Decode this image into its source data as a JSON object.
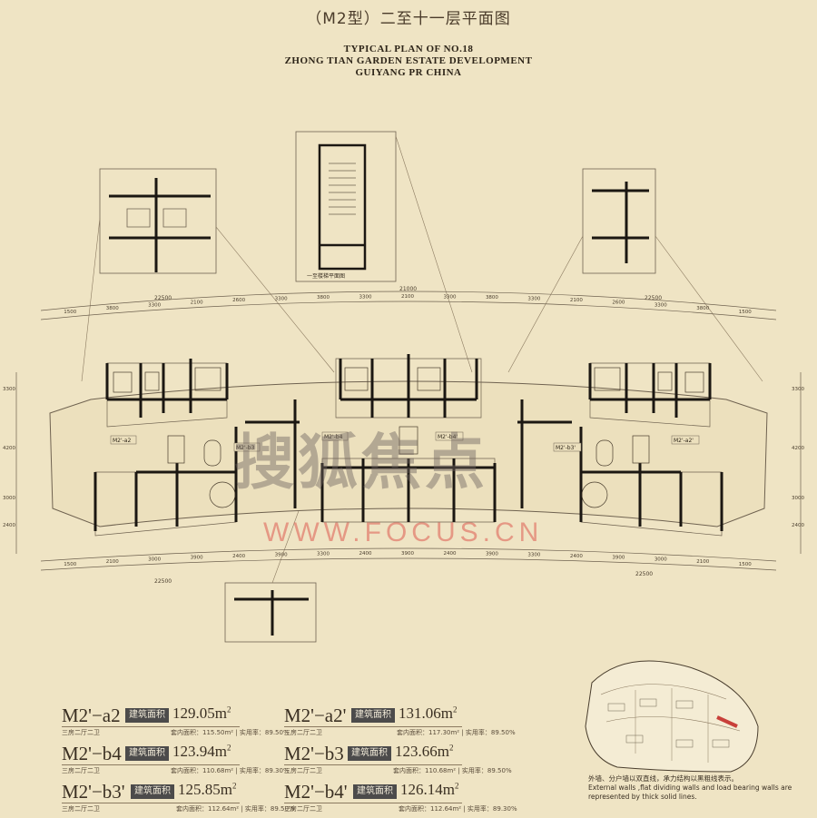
{
  "header": {
    "title_cn": "（M2型）二至十一层平面图",
    "title_en": [
      "TYPICAL PLAN OF NO.18",
      "ZHONG TIAN GARDEN ESTATE DEVELOPMENT",
      "GUIYANG PR CHINA"
    ]
  },
  "plan_labels": {
    "top_dims": [
      "1500",
      "3800",
      "3300",
      "2100",
      "2600",
      "3300",
      "3800",
      "3300",
      "2100",
      "3300",
      "3800",
      "3300",
      "2100",
      "2600",
      "3300",
      "3800",
      "1500"
    ],
    "bottom_dims": [
      "1500",
      "2100",
      "3000",
      "3900",
      "2400",
      "3900",
      "3300",
      "2400",
      "3900",
      "2400",
      "3900",
      "3300",
      "2400",
      "3900",
      "3000",
      "2100",
      "1500"
    ],
    "top_span": [
      "22500",
      "21000",
      "22500"
    ],
    "bottom_span": [
      "22500",
      "22500"
    ],
    "left_dims": [
      "3300",
      "4200",
      "3000",
      "2400"
    ],
    "right_dims": [
      "3300",
      "4200",
      "3000",
      "2400"
    ],
    "unit_tags": [
      "M2'-a2",
      "M2'-b3",
      "M2'-b4",
      "M2'-b4'",
      "M2'-b3'",
      "M2'-a2'"
    ],
    "stair_caption": "一至楼梯平面图"
  },
  "watermark": {
    "cn": "搜狐焦点",
    "en": "WWW.FOCUS.CN"
  },
  "units": [
    {
      "code": "M2'−a2",
      "badge": "建筑面积",
      "area": "129.05m",
      "sub_left": "三房二厅二卫",
      "sub_right": "套内面积：115.50m² | 实用率：89.50%"
    },
    {
      "code": "M2'−a2'",
      "badge": "建筑面积",
      "area": "131.06m",
      "sub_left": "三房二厅二卫",
      "sub_right": "套内面积：117.30m² | 实用率：89.50%"
    },
    {
      "code": "M2'−b4",
      "badge": "建筑面积",
      "area": "123.94m",
      "sub_left": "三房二厅二卫",
      "sub_right": "套内面积：110.68m² | 实用率：89.30%"
    },
    {
      "code": "M2'−b3",
      "badge": "建筑面积",
      "area": "123.66m",
      "sub_left": "三房二厅二卫",
      "sub_right": "套内面积：110.68m² | 实用率：89.50%"
    },
    {
      "code": "M2'−b3'",
      "badge": "建筑面积",
      "area": "125.85m",
      "sub_left": "三房二厅二卫",
      "sub_right": "套内面积：112.64m² | 实用率：89.50%"
    },
    {
      "code": "M2'−b4'",
      "badge": "建筑面积",
      "area": "126.14m",
      "sub_left": "三房二厅二卫",
      "sub_right": "套内面积：112.64m² | 实用率：89.30%"
    }
  ],
  "note": {
    "cn": "外墙、分户墙以双直线，承力结构以黑粗线表示。",
    "en": "External walls ,flat dividing walls and load bearing walls are represented by thick solid lines."
  },
  "colors": {
    "background": "#efe4c4",
    "wall": "#1b1712",
    "thin_line": "#6f6250",
    "badge": "#4c4b4b",
    "watermark_red": "#dc5a50"
  }
}
